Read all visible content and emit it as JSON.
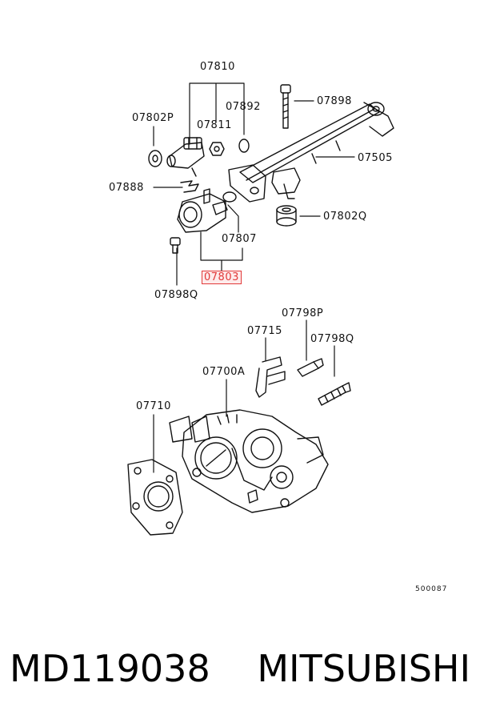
{
  "labels": {
    "l07810": "07810",
    "l07892": "07892",
    "l07898": "07898",
    "l07802P": "07802P",
    "l07811": "07811",
    "l07505": "07505",
    "l07888": "07888",
    "l07802Q": "07802Q",
    "l07807": "07807",
    "l07803": "07803",
    "l07898Q": "07898Q",
    "l07798P": "07798P",
    "l07715": "07715",
    "l07798Q": "07798Q",
    "l07700A": "07700A",
    "l07710": "07710"
  },
  "figure_number": "500087",
  "footer": {
    "part_number": "MD119038",
    "brand": "MITSUBISHI"
  },
  "highlight_color": "#e23a3a"
}
